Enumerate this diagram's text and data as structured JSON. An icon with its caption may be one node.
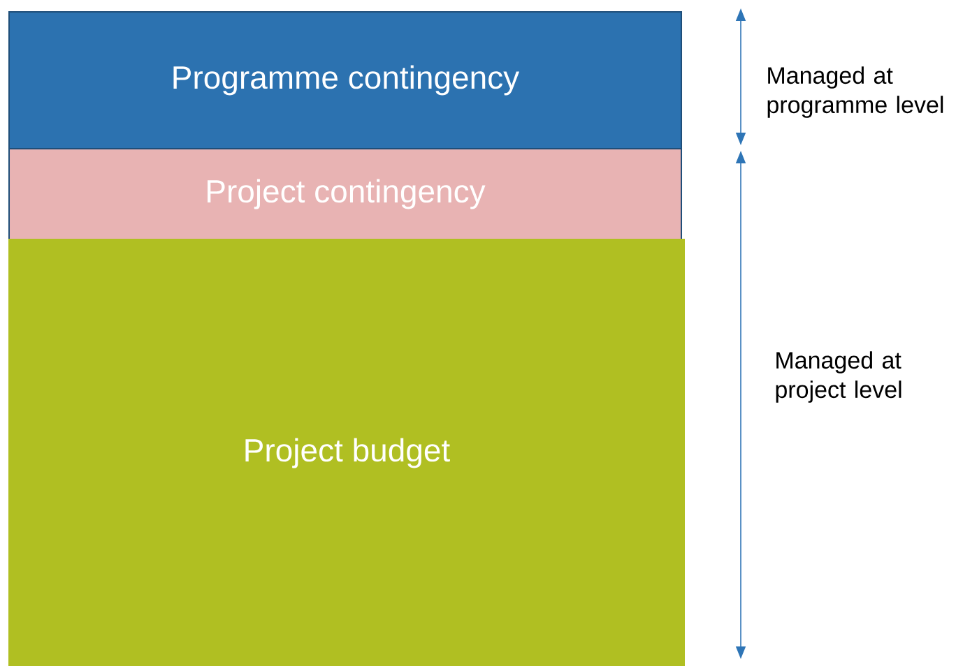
{
  "diagram": {
    "nodes": [
      {
        "text": [
          "Programme contingency"
        ]
      },
      {
        "text": [
          "Project contingency"
        ]
      },
      {
        "text": [
          "Project budget"
        ]
      }
    ],
    "labels": [
      "Managed at programme level",
      "Managed at project level"
    ]
  }
}
